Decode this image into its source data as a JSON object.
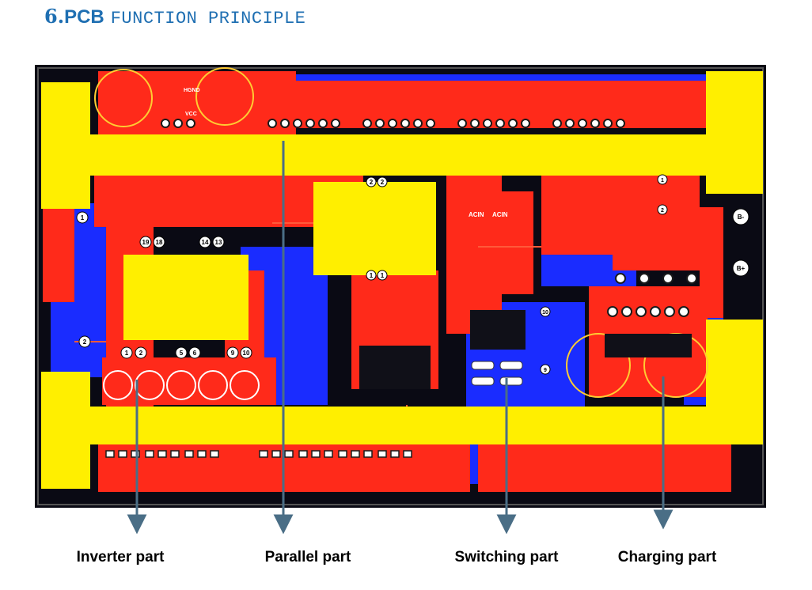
{
  "heading": {
    "number": "6.",
    "bold": "PCB",
    "rest": "FUNCTION PRINCIPLE"
  },
  "board_texts": {
    "pads_a": [
      "19",
      "18",
      "14",
      "13"
    ],
    "pads_b": [
      "1",
      "2",
      "5",
      "6",
      "9",
      "10"
    ],
    "pads_c": [
      "2",
      "2"
    ],
    "pads_d": [
      "1",
      "1"
    ],
    "pin1": "1",
    "pin2": "2",
    "acin_l": "ACIN",
    "acin_r": "ACIN",
    "vcc": "VCC",
    "hgnd": "HGND",
    "bminus": "B-",
    "bplus": "B+",
    "n10": "10",
    "n9": "9",
    "n1b": "1",
    "n2b": "2"
  },
  "callouts": [
    {
      "name": "inverter",
      "label": "Inverter part"
    },
    {
      "name": "parallel",
      "label": "Parallel part"
    },
    {
      "name": "switching",
      "label": "Switching part"
    },
    {
      "name": "charging",
      "label": "Charging part"
    }
  ],
  "colors": {
    "board_bg": "#0a0a14",
    "copper_red": "#ff2a1a",
    "trace_blue": "#1a2cff",
    "pour_yellow": "#ffef00",
    "arrow": "#4a6e86",
    "heading": "#1f6fb2"
  }
}
